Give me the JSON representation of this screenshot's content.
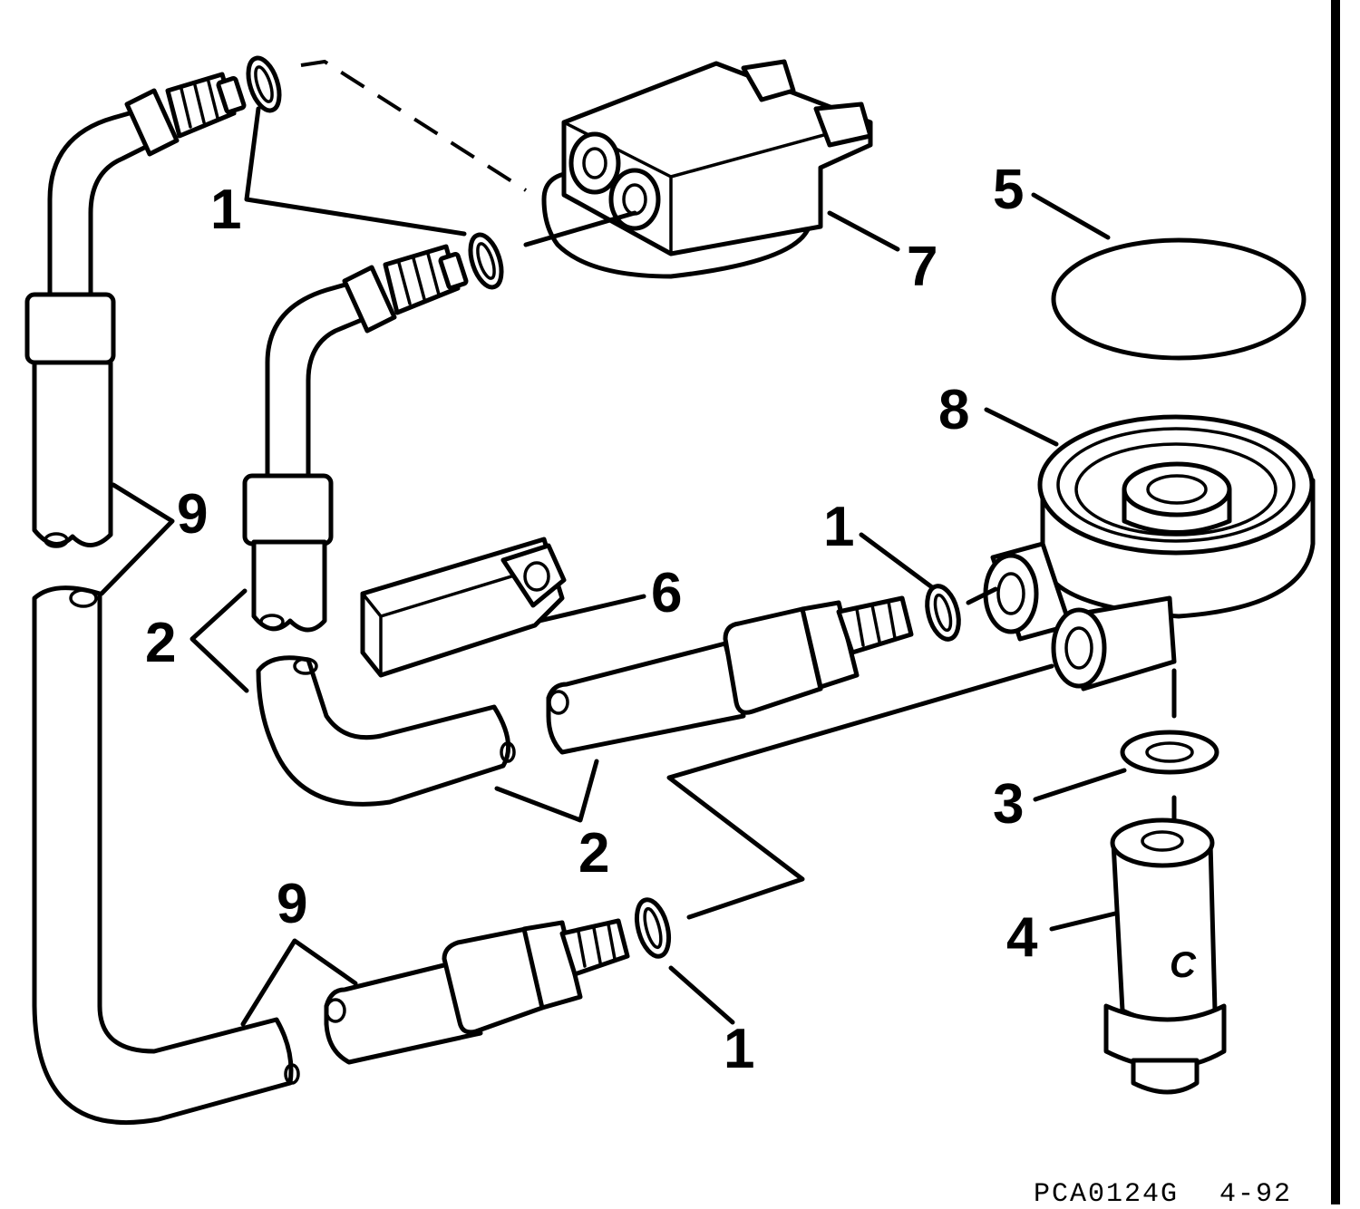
{
  "callouts": {
    "c1a": "1",
    "c1b": "1",
    "c1c": "1",
    "c2a": "2",
    "c2b": "2",
    "c3": "3",
    "c4": "4",
    "c5": "5",
    "c6": "6",
    "c7": "7",
    "c8": "8",
    "c9a": "9",
    "c9b": "9"
  },
  "filter_mark": "C",
  "figure_code": "PCA0124G",
  "figure_date": "4-92"
}
